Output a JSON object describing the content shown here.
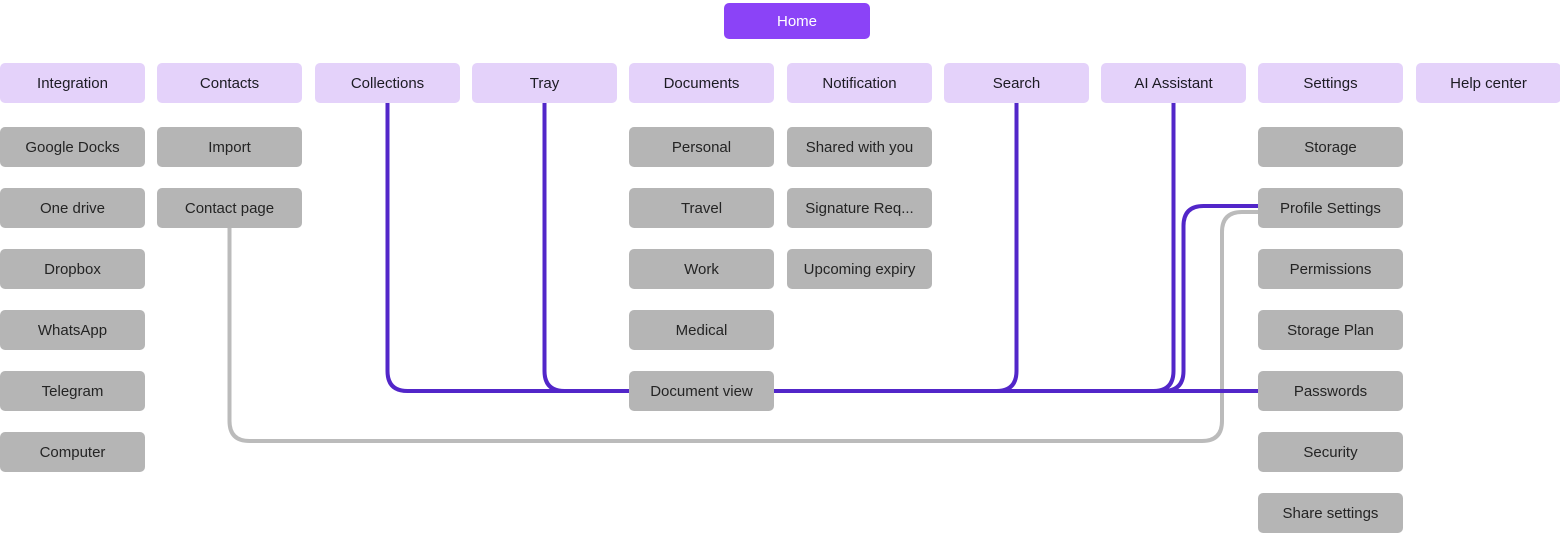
{
  "home": {
    "label": "Home"
  },
  "columns": [
    {
      "label": "Integration",
      "children": [
        "Google Docks",
        "One drive",
        "Dropbox",
        "WhatsApp",
        "Telegram",
        "Computer"
      ]
    },
    {
      "label": "Contacts",
      "children": [
        "Import",
        "Contact page"
      ]
    },
    {
      "label": "Collections",
      "children": []
    },
    {
      "label": "Tray",
      "children": []
    },
    {
      "label": "Documents",
      "children": [
        "Personal",
        "Travel",
        "Work",
        "Medical",
        "Document view"
      ]
    },
    {
      "label": "Notification",
      "children": [
        "Shared with you",
        "Signature Req...",
        "Upcoming expiry"
      ]
    },
    {
      "label": "Search",
      "children": []
    },
    {
      "label": "AI Assistant",
      "children": []
    },
    {
      "label": "Settings",
      "children": [
        "Storage",
        "Profile Settings",
        "Permissions",
        "Storage Plan",
        "Passwords",
        "Security",
        "Share settings"
      ]
    },
    {
      "label": "Help center",
      "children": []
    }
  ],
  "child_row_of": {
    "Document view": 4,
    "Passwords": 4,
    "Profile Settings": 1
  },
  "connections": [
    {
      "from": "Contact page",
      "to": "Profile Settings",
      "color": "gray",
      "route": "around"
    },
    {
      "from": "Collections",
      "to": "Document view",
      "color": "purple",
      "route": "down-right"
    },
    {
      "from": "Tray",
      "to": "Document view",
      "color": "purple",
      "route": "down-right"
    },
    {
      "from": "Search",
      "to": "Document view",
      "color": "purple",
      "route": "down-merge"
    },
    {
      "from": "AI Assistant",
      "to": "Document view",
      "color": "purple",
      "route": "down-merge"
    },
    {
      "from": "Document view",
      "to": "Profile Settings",
      "color": "purple",
      "route": "branch-up"
    },
    {
      "from": "Document view",
      "to": "Passwords",
      "color": "purple",
      "route": "straight"
    }
  ],
  "colors": {
    "background": "#FFFFFF",
    "home_bg": "#8B43F7",
    "home_text": "#FFFFFF",
    "header_bg": "#E4D2FA",
    "header_text": "#1C1B23",
    "child_bg": "#B5B5B5",
    "child_text": "#242424",
    "line_purple": "#5226C9",
    "line_gray": "#BBBBBB"
  }
}
